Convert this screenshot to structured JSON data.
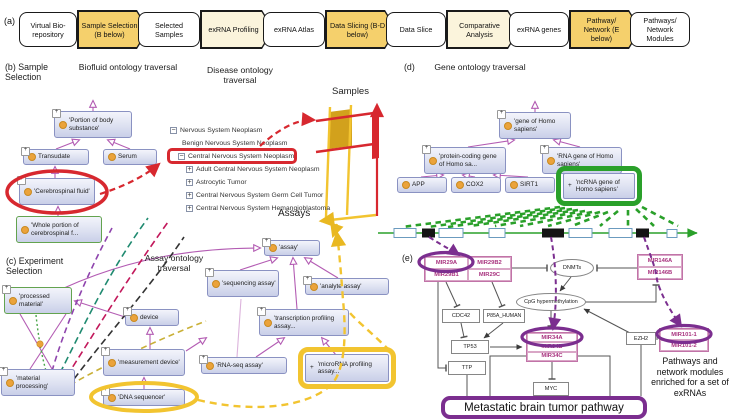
{
  "colors": {
    "flow_gold": "#F5D06C",
    "flow_cream": "#FBF4DC",
    "highlight_red": "#D7282F",
    "highlight_gold": "#F2C430",
    "highlight_green": "#2aa02a",
    "highlight_purple": "#7B2E8F",
    "edge_magenta": "#B35CB3",
    "node_border": "#8a92c2",
    "mir_text": "#a8327e"
  },
  "flow": {
    "tag": "(a)",
    "steps": [
      {
        "label": "Virtual Bio- repository"
      },
      {
        "label": "Sample Selection (B below)"
      },
      {
        "label": "Selected Samples"
      },
      {
        "label": "exRNA Profiling"
      },
      {
        "label": "exRNA Atlas"
      },
      {
        "label": "Data Slicing (B-D below)"
      },
      {
        "label": "Data Slice"
      },
      {
        "label": "Comparative Analysis"
      },
      {
        "label": "exRNA genes"
      },
      {
        "label": "Pathway/ Network (E below)"
      },
      {
        "label": "Pathways/ Network Modules"
      }
    ]
  },
  "sample_selection": {
    "title": "(b) Sample Selection",
    "biofluid_heading": "Biofluid ontology traversal",
    "disease_heading": "Disease ontology traversal",
    "biofluid": {
      "root": "'Portion of body substance'",
      "transudate": "Transudate",
      "serum": "Serum",
      "csf": "'Cerebrospinal fluid'",
      "whole": "'Whole portion of cerebrospinal f..."
    },
    "disease_items": [
      {
        "glyph": "−",
        "label": "Nervous System Neoplasm"
      },
      {
        "glyph": "",
        "label": "Benign Nervous System Neoplasm"
      },
      {
        "glyph": "−",
        "label": "Central Nervous System Neoplasm"
      },
      {
        "glyph": "+",
        "label": "Adult Central Nervous System Neoplasm"
      },
      {
        "glyph": "+",
        "label": "Astrocytic Tumor"
      },
      {
        "glyph": "+",
        "label": "Central Nervous System Germ Cell Tumor"
      },
      {
        "glyph": "+",
        "label": "Central Nervous System Hemangioblastoma"
      }
    ]
  },
  "matrix": {
    "samples_label": "Samples",
    "assays_label": "Assays"
  },
  "experiment_selection": {
    "title": "(c) Experiment Selection",
    "assay_heading": "Assay ontology traversal",
    "nodes": {
      "processed_material": "'processed material'",
      "device": "device",
      "measurement_device": "'measurement device'",
      "material_processing": "'material processing'",
      "dna_sequencer": "'DNA sequencer'",
      "assay": "'assay'",
      "sequencing_assay": "'sequencing assay'",
      "analyte_assay": "'analyte assay'",
      "transcription_profiling": "'transcription profiling assay...",
      "rna_seq": "'RNA-seq assay'",
      "microrna_profiling": "'microRNA profiling assay..."
    }
  },
  "gene_ontology": {
    "tag": "(d)",
    "heading": "Gene ontology traversal",
    "nodes": {
      "gene": "'gene of Homo sapiens'",
      "protein_coding": "'protein-coding gene of Homo sa...",
      "rna_gene": "'RNA gene of Homo sapiens'",
      "app": "APP",
      "cox2": "COX2",
      "sirt1": "SIRT1",
      "ncrna": "'ncRNA gene of Homo sapiens'"
    }
  },
  "pathway": {
    "tag": "(e)",
    "mir29": [
      "MIR29A",
      "MIR29B2",
      "MIR29B1",
      "MIR29C"
    ],
    "dnmts": "DNMTs",
    "mir146": [
      "MIR146A",
      "MIR146B"
    ],
    "cpg": "CpG hypermethylation",
    "cdc42": "CDC42",
    "p85a": "P85A_HUMAN",
    "tp53": "TP53",
    "mir34": [
      "MIR34A",
      "MIR34B",
      "MIR34C"
    ],
    "ezh2": "EZH2",
    "mir101": [
      "MIR101-1",
      "MIR101-2"
    ],
    "ttp": "TTP",
    "myc": "MYC",
    "pathway_box": "Metastatic brain tumor pathway",
    "caption": "Pathways and network modules enriched for a set of exRNAs"
  }
}
